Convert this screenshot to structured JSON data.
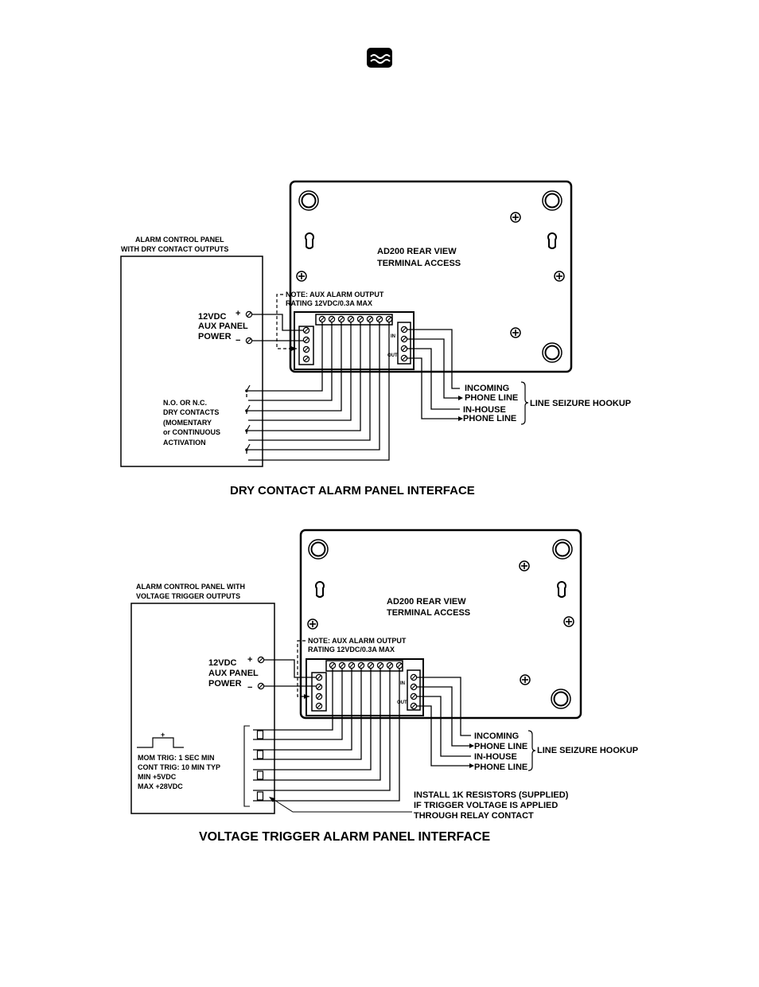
{
  "logo": {
    "icon": "water-waves-icon"
  },
  "diagram1": {
    "title": "DRY CONTACT ALARM PANEL INTERFACE",
    "device_label": [
      "AD200 REAR VIEW",
      "TERMINAL ACCESS"
    ],
    "panel_label": [
      "ALARM CONTROL PANEL",
      "WITH DRY CONTACT OUTPUTS"
    ],
    "power_label": [
      "12VDC",
      "AUX PANEL",
      "POWER"
    ],
    "polarity_plus": "+",
    "polarity_minus": "−",
    "note_label": [
      "NOTE: AUX ALARM OUTPUT",
      "RATING 12VDC/0.3A MAX"
    ],
    "contacts_label": [
      "N.O. OR N.C.",
      "DRY CONTACTS",
      "(MOMENTARY",
      "or CONTINUOUS",
      "ACTIVATION"
    ],
    "phone_labels": [
      "INCOMING",
      "PHONE LINE",
      "IN-HOUSE",
      "PHONE LINE"
    ],
    "line_seizure": "LINE SEIZURE HOOKUP",
    "phone_in": "IN",
    "phone_out": "OUT"
  },
  "diagram2": {
    "title": "VOLTAGE TRIGGER ALARM PANEL INTERFACE",
    "device_label": [
      "AD200 REAR VIEW",
      "TERMINAL ACCESS"
    ],
    "panel_label": [
      "ALARM CONTROL PANEL WITH",
      "VOLTAGE TRIGGER OUTPUTS"
    ],
    "power_label": [
      "12VDC",
      "AUX PANEL",
      "POWER"
    ],
    "polarity_plus": "+",
    "polarity_minus": "−",
    "note_label": [
      "NOTE: AUX ALARM OUTPUT",
      "RATING 12VDC/0.3A MAX"
    ],
    "trigger_label": [
      "MOM TRIG:  1 SEC MIN",
      "CONT TRIG: 10 MIN TYP",
      "MIN  +5VDC",
      "MAX +28VDC"
    ],
    "pulse_plus": "+",
    "phone_labels": [
      "INCOMING",
      "PHONE LINE",
      "IN-HOUSE",
      "PHONE LINE"
    ],
    "line_seizure": "LINE SEIZURE HOOKUP",
    "resistor_note": [
      "INSTALL 1K RESISTORS (SUPPLIED)",
      "IF TRIGGER VOLTAGE IS APPLIED",
      "THROUGH RELAY CONTACT"
    ],
    "phone_in": "IN",
    "phone_out": "OUT"
  }
}
